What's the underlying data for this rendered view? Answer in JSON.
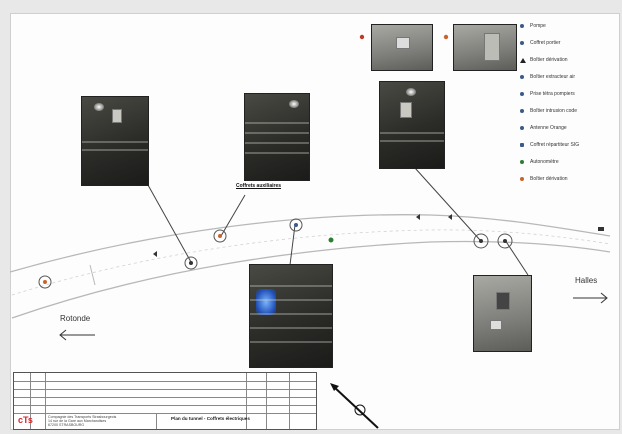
{
  "legend": {
    "items": [
      {
        "label": "Pompe",
        "color": "#3c5a8a"
      },
      {
        "label": "Coffret portier",
        "color": "#3c5a8a"
      },
      {
        "label": "Boîtier dérivation",
        "color": "#222222"
      },
      {
        "label": "Boîtier extracteur air",
        "color": "#3c5a8a"
      },
      {
        "label": "Prise tétra pompiers",
        "color": "#3c5a8a"
      },
      {
        "label": "Boîtier intrusion code",
        "color": "#3c5a8a"
      },
      {
        "label": "Antenne Orange",
        "color": "#3c5a8a"
      },
      {
        "label": "Coffret répartiteur SIG",
        "color": "#3c5a8a"
      },
      {
        "label": "Autonomètre",
        "color": "#2e7d32"
      },
      {
        "label": "Boîtier dérivation",
        "color": "#c9652a"
      }
    ]
  },
  "directions": {
    "left": "Rotonde",
    "right": "Halles"
  },
  "photo_caption": "Coffrets auxiliaires",
  "title_block": {
    "logo": "cTs",
    "title": "Plan du tunnel - Coffrets électriques",
    "subtext": [
      "Compagnie des Transports Strasbourgeois",
      "14 rue de la Gare aux Marchandises",
      "67200 STRASBOURG"
    ]
  },
  "colors": {
    "line_orange": "#c9652a",
    "line_green": "#2e7d32",
    "line_red": "#c0392b"
  }
}
